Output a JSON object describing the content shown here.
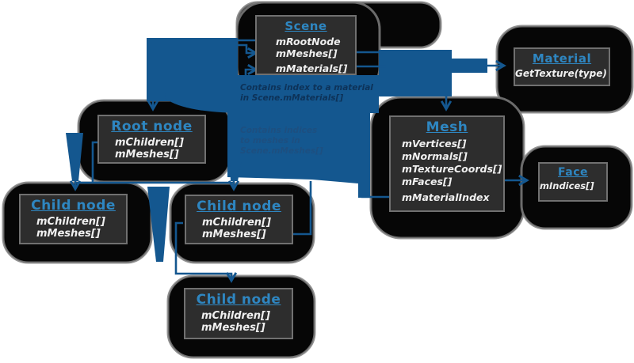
{
  "diagram": {
    "boxes": {
      "scene": {
        "title": "Scene",
        "fields": [
          "mRootNode",
          "mMeshes[]",
          "mMaterials[]"
        ]
      },
      "material": {
        "title": "Material",
        "fields": [
          "GetTexture(type)"
        ]
      },
      "mesh": {
        "title": "Mesh",
        "fields": [
          "mVertices[]",
          "mNormals[]",
          "mTextureCoords[]",
          "mFaces[]",
          "mMaterialIndex"
        ]
      },
      "face": {
        "title": "Face",
        "fields": [
          "mIndices[]"
        ]
      },
      "root_node": {
        "title": "Root node",
        "fields": [
          "mChildren[]",
          "mMeshes[]"
        ]
      },
      "child_node_left": {
        "title": "Child node",
        "fields": [
          "mChildren[]",
          "mMeshes[]"
        ]
      },
      "child_node_middle": {
        "title": "Child node",
        "fields": [
          "mChildren[]",
          "mMeshes[]"
        ]
      },
      "child_node_bottom": {
        "title": "Child node",
        "fields": [
          "mChildren[]",
          "mMeshes[]"
        ]
      }
    },
    "annotations": {
      "material_note": {
        "line1": "Contains index to a material",
        "line2": "in Scene.mMaterials[]"
      },
      "mesh_note": {
        "line1": "Contains indices",
        "line2": "to meshes in",
        "line3": "Scene.mMeshes[]"
      }
    },
    "colors": {
      "arrow_blue": "#14578f",
      "title_blue": "#2e86c1",
      "box_fill": "#2d2d2d",
      "box_border": "#707070",
      "blob_fill": "#060606",
      "blob_edge": "#7e7e7e",
      "field_text": "#f0f0f0",
      "note_dark": "#0d3258",
      "note_faint": "#1d4f80"
    }
  }
}
